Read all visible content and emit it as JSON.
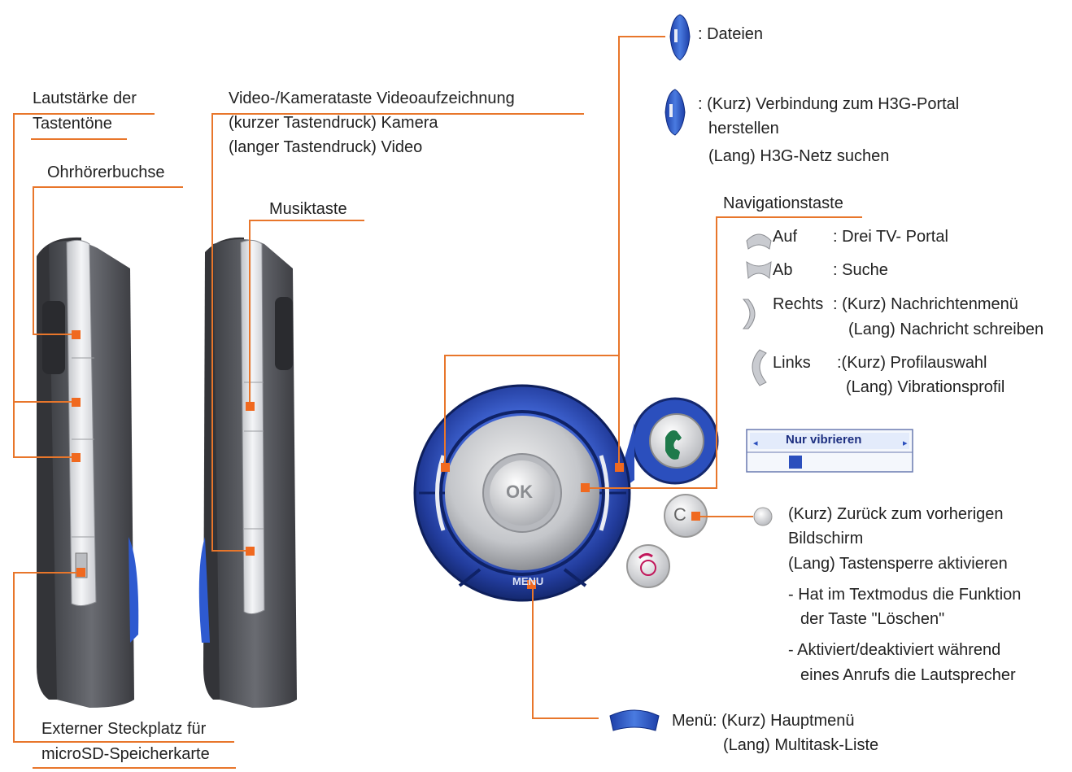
{
  "left_labels": {
    "volume_line1": "Lautstärke der",
    "volume_line2": "Tastentöne",
    "earphone": "Ohrhörerbuchse",
    "camera_line1": "Video-/Kamerataste Videoaufzeichnung",
    "camera_line2": "(kurzer Tastendruck) Kamera",
    "camera_line3": "(langer Tastendruck) Video",
    "music": "Musiktaste",
    "slot_line1": "Externer Steckplatz für",
    "slot_line2": "microSD-Speicherkarte"
  },
  "right_labels": {
    "files": ": Dateien",
    "portal_line1": ": (Kurz) Verbindung zum H3G-Portal",
    "portal_line2": "herstellen",
    "portal_line3": "(Lang) H3G-Netz suchen",
    "nav_title": "Navigationstaste",
    "nav_up_key": "Auf",
    "nav_up_desc": ": Drei TV- Portal",
    "nav_down_key": "Ab",
    "nav_down_desc": ": Suche",
    "nav_right_key": "Rechts",
    "nav_right_desc1": ": (Kurz) Nachrichtenmenü",
    "nav_right_desc2": "(Lang) Nachricht schreiben",
    "nav_left_key": "Links",
    "nav_left_desc1": ":(Kurz) Profilauswahl",
    "nav_left_desc2": "(Lang) Vibrationsprofil",
    "profile_screen_title": "Nur vibrieren",
    "clear_line1": "(Kurz) Zurück zum vorherigen",
    "clear_line2": "Bildschirm",
    "clear_line3": "(Lang) Tastensperre aktivieren",
    "clear_line4": "- Hat im Textmodus die Funktion",
    "clear_line5": "der Taste \"Löschen\"",
    "clear_line6": "- Aktiviert/deaktiviert während",
    "clear_line7": "eines Anrufs die Lautsprecher",
    "menu_line1": "Menü: (Kurz) Hauptmenü",
    "menu_line2": "(Lang) Multitask-Liste"
  },
  "keypad": {
    "ok_label": "OK",
    "menu_label": "MENU",
    "clear_label": "C"
  },
  "colors": {
    "callout": "#e8762b",
    "marker": "#f0691f",
    "keypad_blue": "#2f4fb8",
    "phone_body": "#55575d"
  }
}
